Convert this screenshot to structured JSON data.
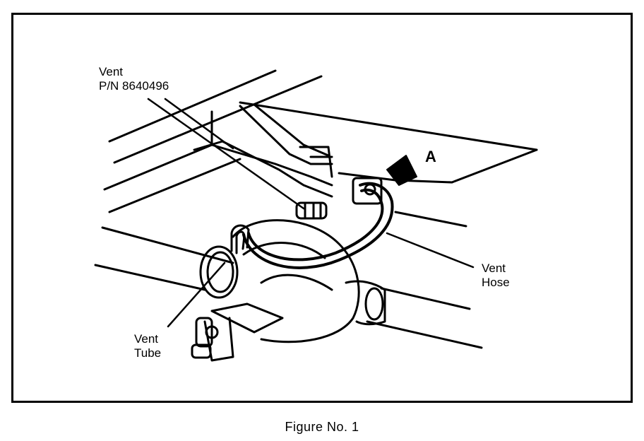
{
  "labels": {
    "vent_part": {
      "line1": "Vent",
      "line2": "P/N 8640496"
    },
    "arrow_a": "A",
    "vent_hose": {
      "line1": "Vent",
      "line2": "Hose"
    },
    "vent_tube": {
      "line1": "Vent",
      "line2": "Tube"
    }
  },
  "caption": "Figure No. 1",
  "colors": {
    "ink": "#000000",
    "paper": "#ffffff"
  }
}
